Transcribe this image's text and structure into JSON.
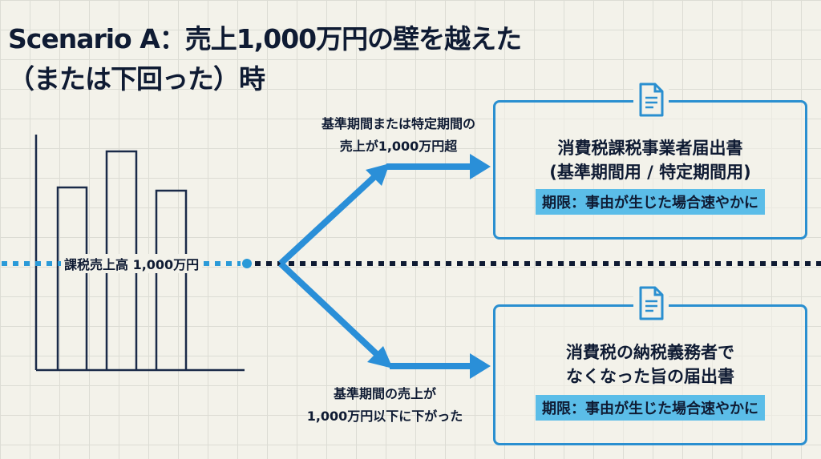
{
  "title": {
    "line1": "Scenario A：売上1,000万円の壁を越えた",
    "line2": "（または下回った）時"
  },
  "chart": {
    "threshold_label": "課税売上高 1,000万円"
  },
  "branches": {
    "upper_label_line1": "基準期間または特定期間の",
    "upper_label_line2": "売上が1,000万円超",
    "lower_label_line1": "基準期間の売上が",
    "lower_label_line2": "1,000万円以下に下がった"
  },
  "documents": [
    {
      "icon": "document-icon",
      "title_line1": "消費税課税事業者届出書",
      "title_line2": "(基準期間用 / 特定期間用)",
      "deadline": "期限：事由が生じた場合速やかに"
    },
    {
      "icon": "document-icon",
      "title_line1": "消費税の納税義務者で",
      "title_line2": "なくなった旨の届出書",
      "deadline": "期限：事由が生じた場合速やかに"
    }
  ],
  "colors": {
    "accent": "#2a8fd0",
    "highlight": "#5bbde8",
    "ink": "#0f1b33"
  }
}
